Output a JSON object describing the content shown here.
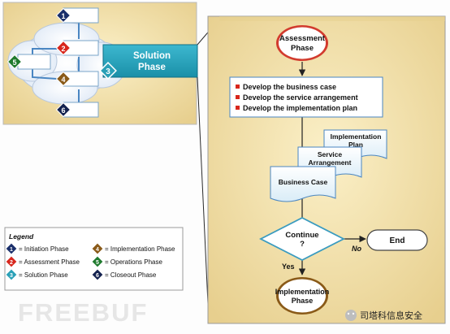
{
  "overview": {
    "phase_numbers": [
      "1",
      "2",
      "3",
      "4",
      "5",
      "6"
    ],
    "callout_label_line1": "Solution",
    "callout_label_line2": "Phase",
    "callout_number": "3"
  },
  "legend": {
    "title": "Legend",
    "items": [
      {
        "number": "1",
        "label": "= Initiation Phase",
        "color": "#1a2f6b"
      },
      {
        "number": "2",
        "label": "= Assessment Phase",
        "color": "#d8261c"
      },
      {
        "number": "3",
        "label": "= Solution Phase",
        "color": "#2aa0b7"
      },
      {
        "number": "4",
        "label": "= Implementation Phase",
        "color": "#8a5a18"
      },
      {
        "number": "5",
        "label": "= Operations Phase",
        "color": "#1f7a2e"
      },
      {
        "number": "6",
        "label": "= Closeout Phase",
        "color": "#14224f"
      }
    ]
  },
  "flow": {
    "start_line1": "Assessment",
    "start_line2": "Phase",
    "tasks": [
      "Develop the business case",
      "Develop the service arrangement",
      "Develop the implementation plan"
    ],
    "doc_impl_line1": "Implementation",
    "doc_impl_line2": "Plan",
    "doc_service_line1": "Service",
    "doc_service_line2": "Arrangement",
    "doc_business": "Business Case",
    "decision_line1": "Continue",
    "decision_line2": "?",
    "no_label": "No",
    "yes_label": "Yes",
    "end_label": "End",
    "final_line1": "Implementation",
    "final_line2": "Phase"
  },
  "watermarks": {
    "site": "FREEBUF",
    "account": "司塔科信息安全"
  },
  "colors": {
    "accent_teal": "#2aa0b7",
    "panel_bg": "#f7e7b4",
    "start_ring": "#d23b2e",
    "task_bullet": "#d8261c",
    "decision_stroke": "#3a9bc0"
  }
}
